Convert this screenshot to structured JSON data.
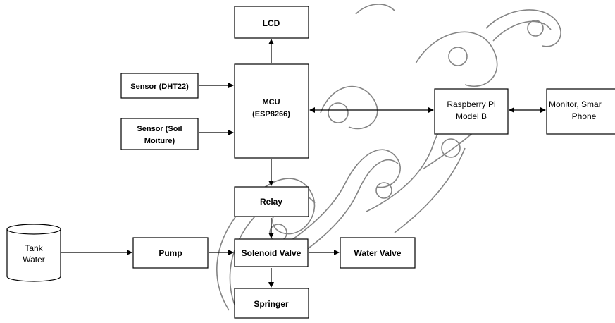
{
  "blocks": {
    "lcd": "LCD",
    "sensor_dht": "Sensor (DHT22)",
    "sensor_soil_1": "Sensor (Soil",
    "sensor_soil_2": "Moiture)",
    "mcu_1": "MCU",
    "mcu_2": "(ESP8266)",
    "rpi_1": "Raspberry Pi",
    "rpi_2": "Model B",
    "monitor_1": "Monitor, Smar",
    "monitor_2": "Phone",
    "relay": "Relay",
    "tank_1": "Tank",
    "tank_2": "Water",
    "pump": "Pump",
    "solenoid": "Solenoid Valve",
    "water_valve": "Water Valve",
    "springer": "Springer"
  },
  "watermark": {
    "shape": "outlined-thai-script-letters",
    "color": "#6f6f6f"
  }
}
